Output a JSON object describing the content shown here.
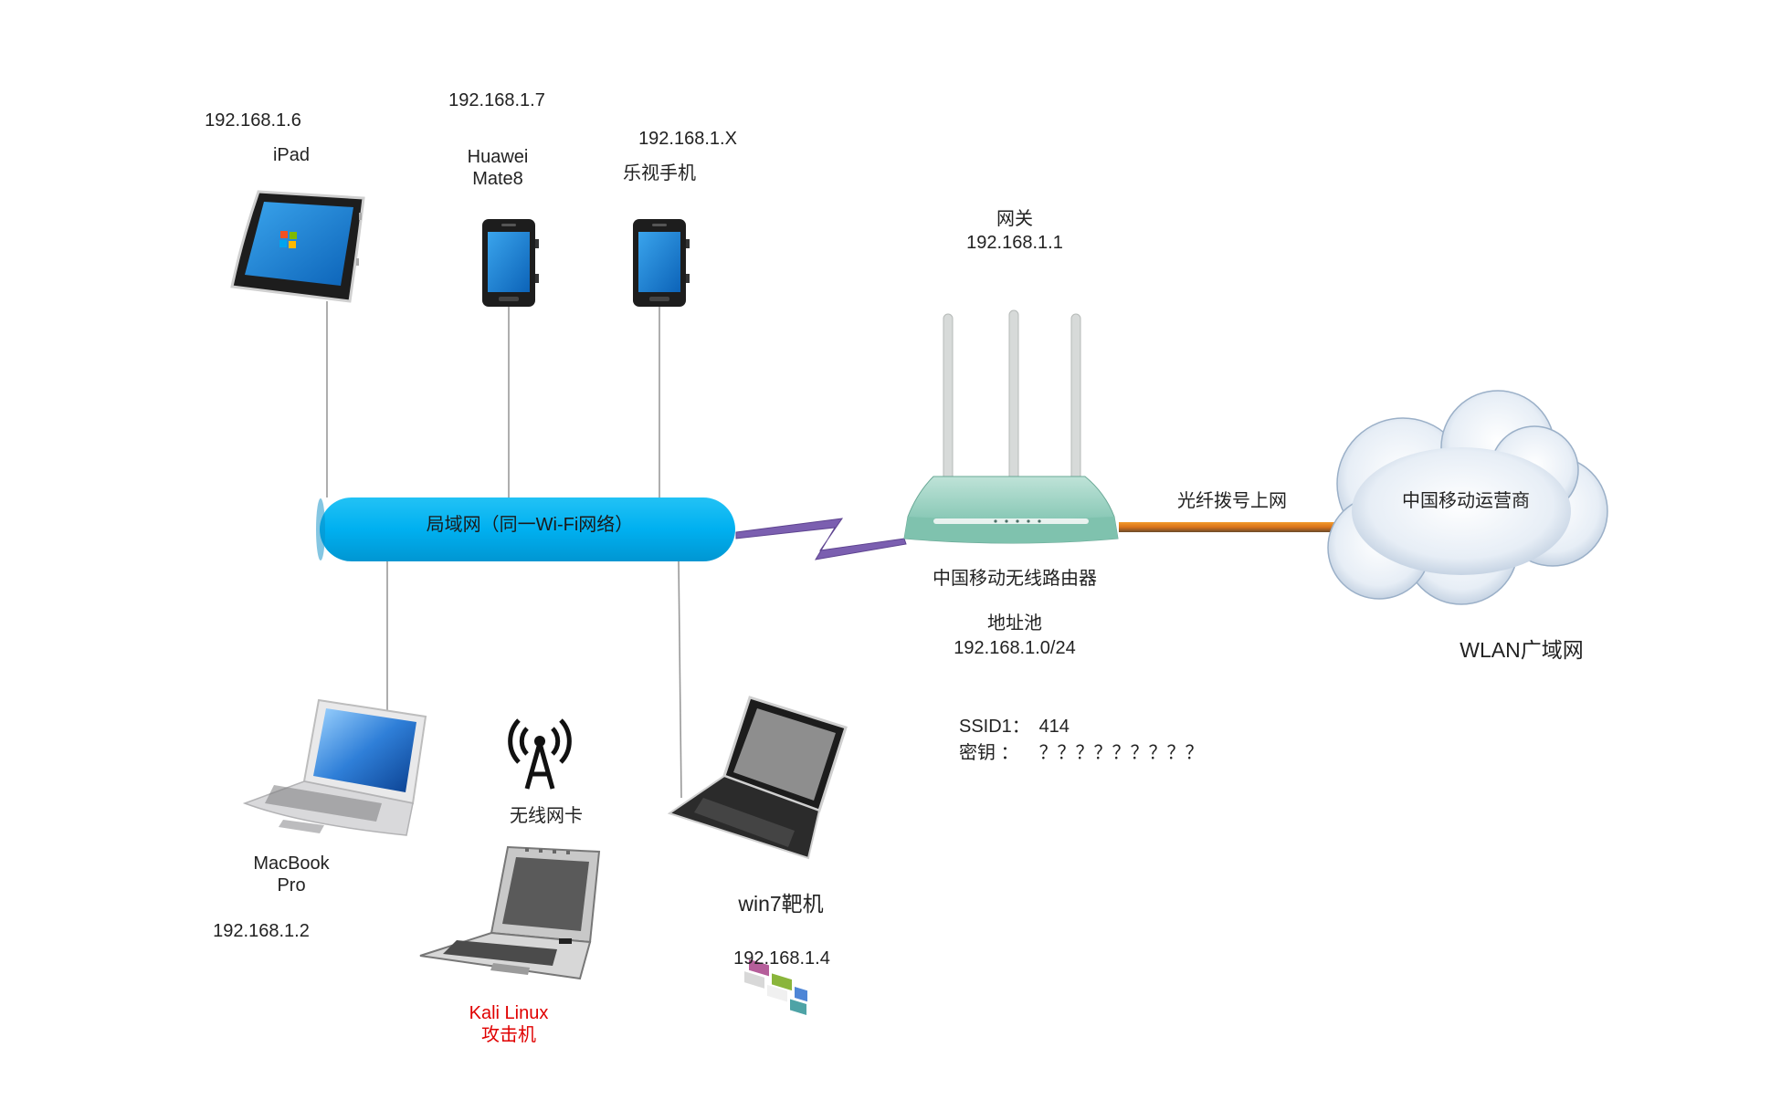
{
  "devices": {
    "ipad": {
      "ip": "192.168.1.6",
      "name": "iPad"
    },
    "huawei": {
      "ip": "192.168.1.7",
      "name_line1": "Huawei",
      "name_line2": "Mate8"
    },
    "letv": {
      "ip": "192.168.1.X",
      "name": "乐视手机"
    },
    "macbook": {
      "name_line1": "MacBook",
      "name_line2": "Pro",
      "ip": "192.168.1.2"
    },
    "wifi_card": {
      "name": "无线网卡"
    },
    "kali": {
      "name_line1": "Kali Linux",
      "name_line2": "攻击机",
      "color": "#e00000"
    },
    "win7": {
      "name": "win7靶机",
      "ip": "192.168.1.4"
    }
  },
  "lan": {
    "label": "局域网（同一Wi-Fi网络）",
    "color": "#00b0f0"
  },
  "gateway": {
    "title": "网关",
    "ip": "192.168.1.1"
  },
  "router": {
    "name": "中国移动无线路由器",
    "pool_title": "地址池",
    "pool": "192.168.1.0/24",
    "ssid_key": "SSID1：",
    "ssid_value": "414",
    "password_key": "密钥  ：",
    "password_value": "？？？？？？？？？"
  },
  "uplink": {
    "label": "光纤拨号上网"
  },
  "cloud": {
    "label": "中国移动运营商"
  },
  "wan": {
    "label": "WLAN广域网"
  }
}
